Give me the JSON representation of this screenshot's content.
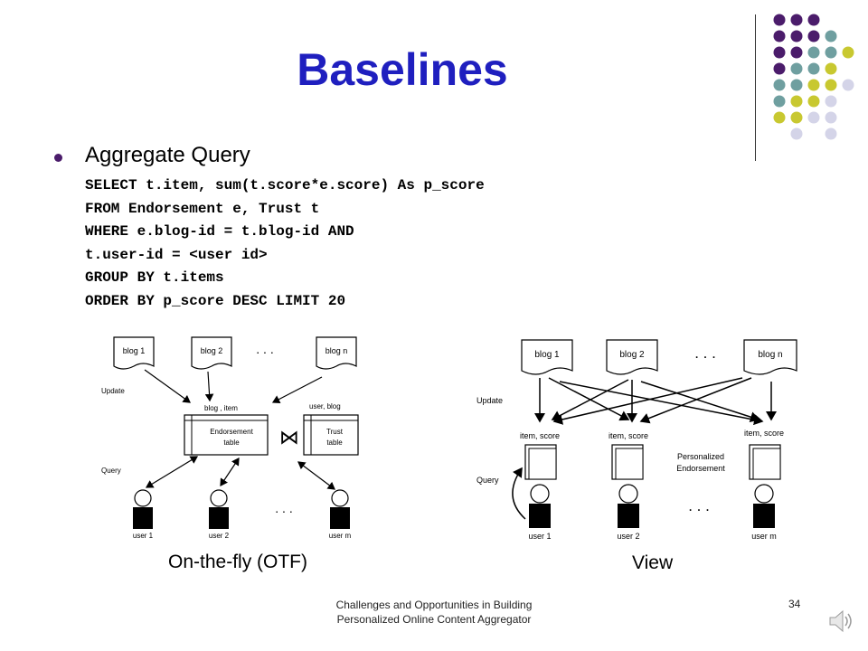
{
  "slide": {
    "title": "Baselines",
    "bullet": "Aggregate Query",
    "sql_lines": [
      "SELECT t.item, sum(t.score*e.score) As p_score",
      "FROM Endorsement e, Trust t",
      "WHERE e.blog-id = t.blog-id AND",
      "t.user-id = <user id>",
      "GROUP BY t.items",
      "ORDER BY p_score DESC LIMIT 20"
    ],
    "footer_line1": "Challenges and Opportunities in Building",
    "footer_line2": "Personalized Online Content Aggregator",
    "page_number": "34"
  },
  "otf": {
    "caption": "On-the-fly (OTF)",
    "blog1": "blog 1",
    "blog2": "blog 2",
    "blogn": "blog n",
    "ellipsis_top": ". . .",
    "update": "Update",
    "label_left": "blog , item",
    "label_right": "user, blog",
    "table1_line1": "Endorsement",
    "table1_line2": "table",
    "join_symbol": "⋈",
    "table2_line1": "Trust",
    "table2_line2": "table",
    "query": "Query",
    "ellipsis_bottom": ". . .",
    "user1": "user 1",
    "user2": "user 2",
    "userm": "user m"
  },
  "view": {
    "caption": "View",
    "blog1": "blog 1",
    "blog2": "blog 2",
    "blogn": "blog n",
    "ellipsis_top": ". . .",
    "update": "Update",
    "item_score_1": "item, score",
    "item_score_2": "item, score",
    "item_score_3": "item, score",
    "pe_line1": "Personalized",
    "pe_line2": "Endorsement",
    "query": "Query",
    "ellipsis_bottom": ". . .",
    "user1": "user 1",
    "user2": "user 2",
    "userm": "user m"
  },
  "colors": {
    "title": "#1f1fbf",
    "purple": "#4b1c6b",
    "teal": "#6f9fa0",
    "olive": "#c8c830",
    "lavender": "#d4d4e8"
  }
}
